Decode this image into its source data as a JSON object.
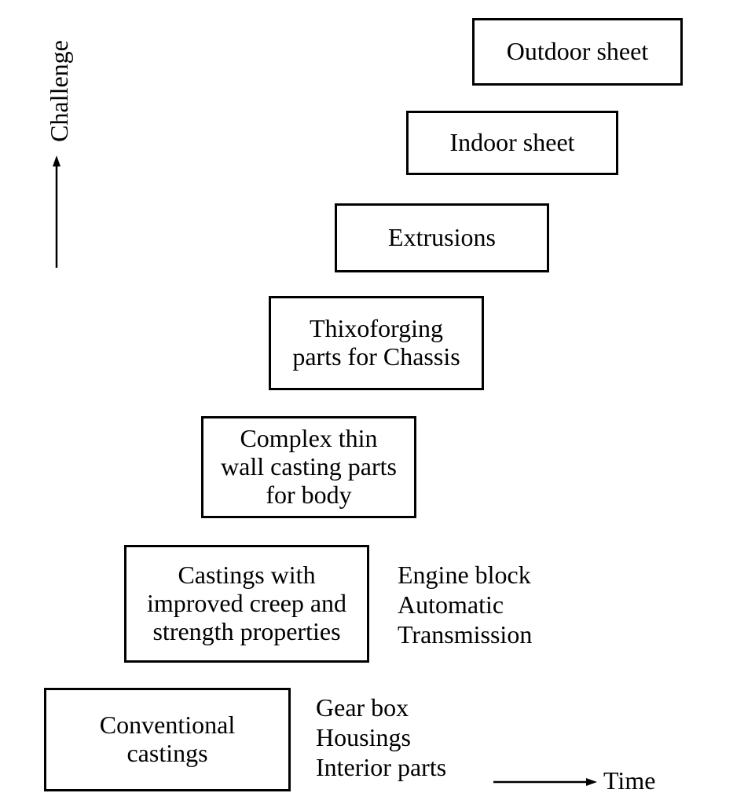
{
  "axes": {
    "y_label": "Challenge",
    "x_label": "Time"
  },
  "stages": [
    {
      "id": "outdoor-sheet",
      "lines": [
        "Outdoor sheet"
      ]
    },
    {
      "id": "indoor-sheet",
      "lines": [
        "Indoor sheet"
      ]
    },
    {
      "id": "extrusions",
      "lines": [
        "Extrusions"
      ]
    },
    {
      "id": "thixoforging",
      "lines": [
        "Thixoforging",
        "parts for Chassis"
      ]
    },
    {
      "id": "complex-thin-wall",
      "lines": [
        "Complex thin",
        "wall casting parts",
        "for body"
      ]
    },
    {
      "id": "improved-castings",
      "lines": [
        "Castings with",
        "improved creep and",
        "strength properties"
      ]
    },
    {
      "id": "conventional-castings",
      "lines": [
        "Conventional",
        "castings"
      ]
    }
  ],
  "notes": {
    "improved_castings": [
      "Engine block",
      "Automatic",
      "Transmission"
    ],
    "conventional_castings": [
      "Gear box",
      "Housings",
      "Interior parts"
    ]
  }
}
